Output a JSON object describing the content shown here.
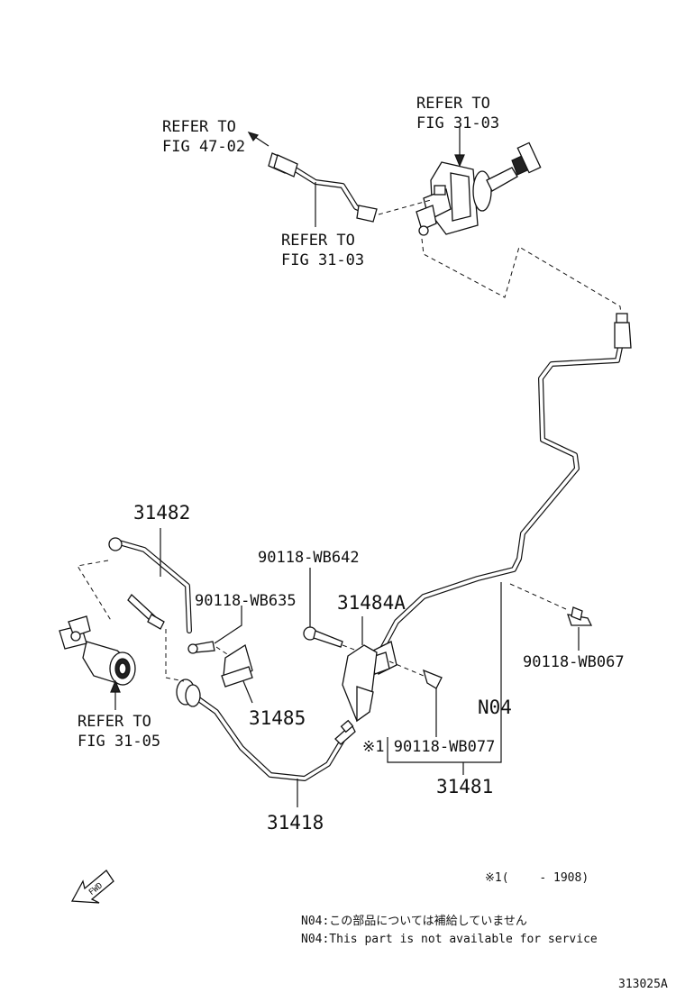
{
  "labels": {
    "refer_fig_47_02": [
      "REFER TO",
      "FIG 47-02"
    ],
    "refer_fig_31_03_top": [
      "REFER TO",
      "FIG 31-03"
    ],
    "refer_fig_31_03_mid": [
      "REFER TO",
      "FIG 31-03"
    ],
    "refer_fig_31_05": [
      "REFER TO",
      "FIG 31-05"
    ]
  },
  "parts": {
    "p31482": "31482",
    "p90118_wb642": "90118-WB642",
    "p90118_wb635": "90118-WB635",
    "p31484a": "31484A",
    "p31485": "31485",
    "p90118_wb067": "90118-WB067",
    "n04": "N04",
    "p90118_wb077": "※1 90118-WB077",
    "p31481": "31481",
    "p31418": "31418"
  },
  "fwd": "FWD",
  "footnote": "※1(　　 - 1908)",
  "notes": {
    "jp": "N04:この部品については補給していません",
    "en": "N04:This part is not available for service"
  },
  "figure_code": "313025A"
}
